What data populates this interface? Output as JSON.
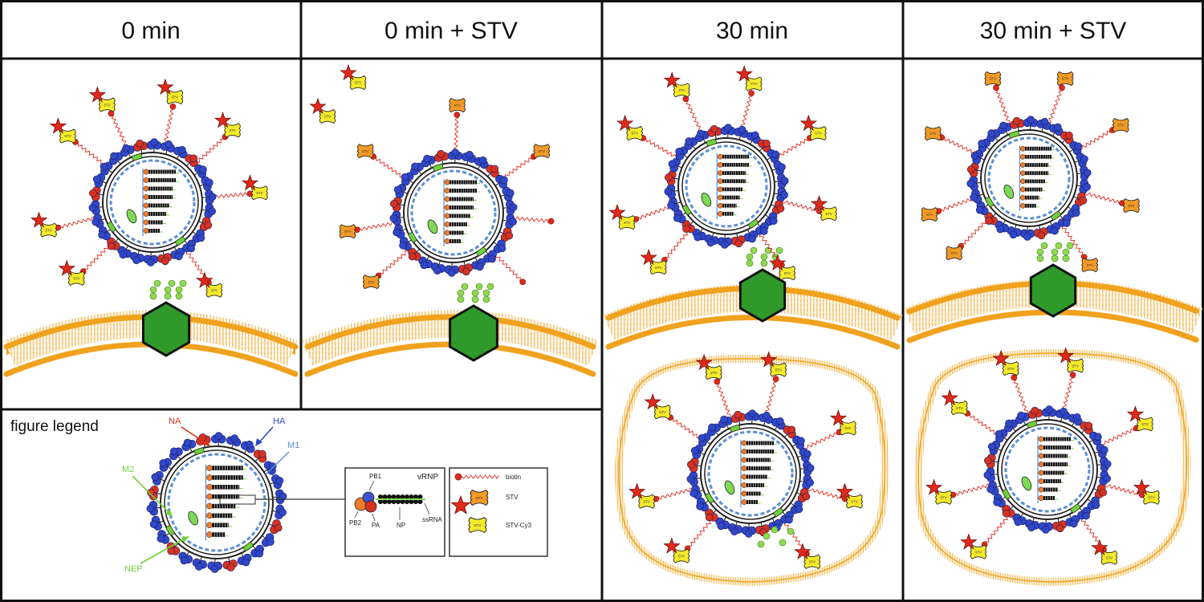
{
  "headers": [
    "0 min",
    "0 min + STV",
    "30 min",
    "30 min + STV"
  ],
  "legend": {
    "title": "figure legend",
    "labels": {
      "na": "NA",
      "ha": "HA",
      "m1": "M1",
      "m2": "M2",
      "nep": "NEP"
    },
    "vrnp": {
      "title": "vRNP",
      "pb1": "PB1",
      "pb2": "PB2",
      "pa": "PA",
      "np": "NP",
      "ssrna": "ssRNA"
    },
    "key": {
      "biotin": "biotin",
      "stv": "STV",
      "stv_cy3": "STV-Cy3",
      "stv_badge": "STV"
    }
  },
  "colors": {
    "ha": "#2f47c8",
    "na": "#d8321e",
    "m1": "#5b8fd6",
    "m2": "#6fd23a",
    "nep": "#7ed957",
    "membrane": "#f0a21e",
    "receptor": "#2f9a2a",
    "sialic": "#8fd94f",
    "stv_yellow": "#f4ea2a",
    "stv_orange": "#f29a26",
    "cy3": "#e0291b",
    "biotin": "#e0291b"
  }
}
